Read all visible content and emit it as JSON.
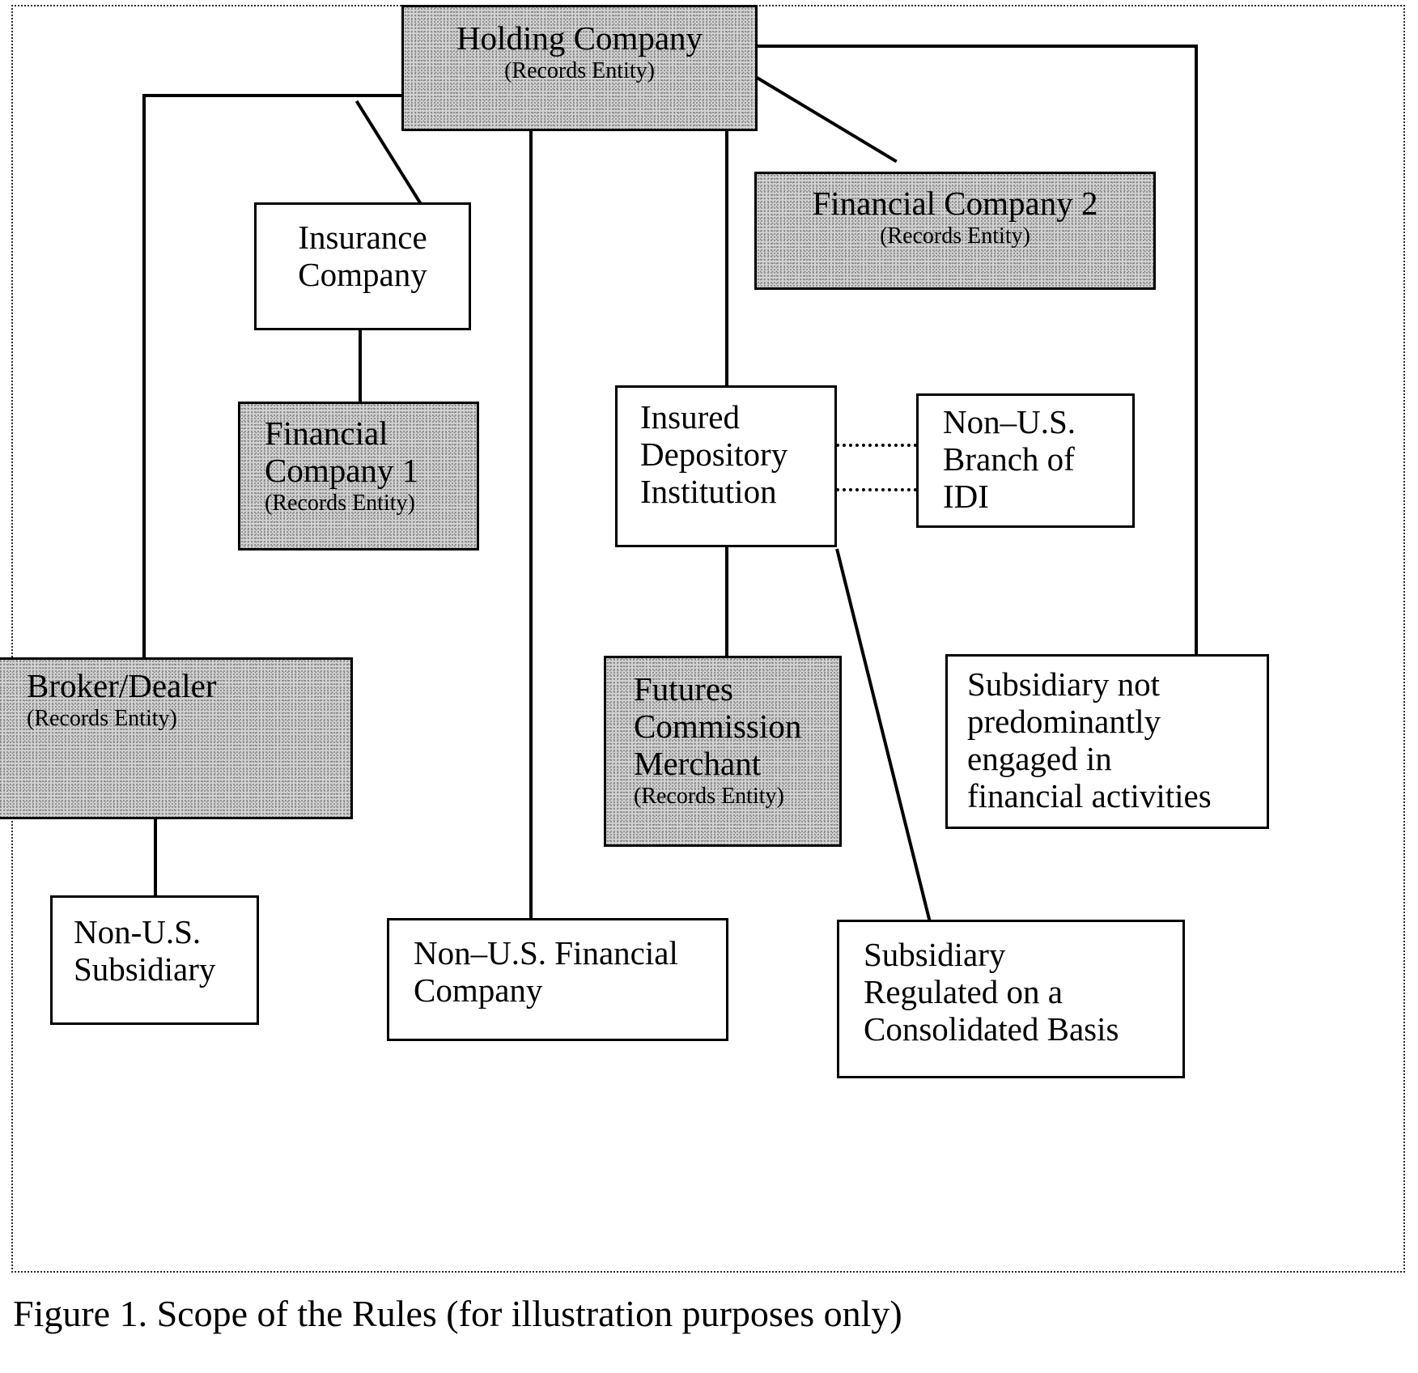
{
  "figure": {
    "caption": "Figure 1. Scope of the Rules (for illustration purposes only)",
    "records_entity_note": "(Records Entity)"
  },
  "nodes": {
    "holding_company": {
      "title": "Holding Company",
      "sub": "(Records Entity)",
      "shaded": true
    },
    "insurance_company": {
      "line1": "Insurance",
      "line2": "Company",
      "shaded": false
    },
    "financial_company_1": {
      "line1": "Financial",
      "line2": "Company 1",
      "sub": "(Records Entity)",
      "shaded": true
    },
    "financial_company_2": {
      "title": "Financial Company 2",
      "sub": "(Records Entity)",
      "shaded": true
    },
    "broker_dealer": {
      "title": "Broker/Dealer",
      "sub": "(Records Entity)",
      "shaded": true
    },
    "non_us_subsidiary": {
      "line1": "Non-U.S.",
      "line2": "Subsidiary",
      "shaded": false
    },
    "insured_depository_institution": {
      "line1": "Insured",
      "line2": "Depository",
      "line3": "Institution",
      "shaded": false
    },
    "non_us_branch_of_idi": {
      "line1": "Non–U.S.",
      "line2": "Branch of",
      "line3": "IDI",
      "shaded": false
    },
    "futures_commission_merchant": {
      "line1": "Futures",
      "line2": "Commission",
      "line3": "Merchant",
      "sub": "(Records Entity)",
      "shaded": true
    },
    "subsidiary_not_predominantly_financial": {
      "line1": "Subsidiary not",
      "line2": "predominantly",
      "line3": "engaged in",
      "line4": "financial activities",
      "shaded": false
    },
    "non_us_financial_company": {
      "line1": "Non–U.S. Financial",
      "line2": "Company",
      "shaded": false
    },
    "subsidiary_regulated_consolidated": {
      "line1": "Subsidiary",
      "line2": "Regulated on a",
      "line3": "Consolidated Basis",
      "shaded": false
    }
  },
  "colors": {
    "line": "#000000",
    "shaded_fill": "#d2d2d2",
    "plain_fill": "#ffffff",
    "frame": "#2b2b2b"
  },
  "edges": [
    {
      "from": "holding_company",
      "to": "broker_dealer",
      "style": "orthogonal"
    },
    {
      "from": "holding_company",
      "to": "insurance_company",
      "style": "diagonal"
    },
    {
      "from": "holding_company",
      "to": "non_us_financial_company",
      "style": "orthogonal"
    },
    {
      "from": "holding_company",
      "to": "insured_depository_institution",
      "style": "orthogonal"
    },
    {
      "from": "holding_company",
      "to": "financial_company_2",
      "style": "diagonal"
    },
    {
      "from": "holding_company",
      "to": "subsidiary_not_predominantly_financial",
      "style": "orthogonal"
    },
    {
      "from": "insurance_company",
      "to": "financial_company_1",
      "style": "orthogonal"
    },
    {
      "from": "broker_dealer",
      "to": "non_us_subsidiary",
      "style": "orthogonal"
    },
    {
      "from": "insured_depository_institution",
      "to": "non_us_branch_of_idi",
      "style": "dotted"
    },
    {
      "from": "insured_depository_institution",
      "to": "futures_commission_merchant",
      "style": "orthogonal"
    },
    {
      "from": "insured_depository_institution",
      "to": "subsidiary_regulated_consolidated",
      "style": "diagonal"
    }
  ]
}
